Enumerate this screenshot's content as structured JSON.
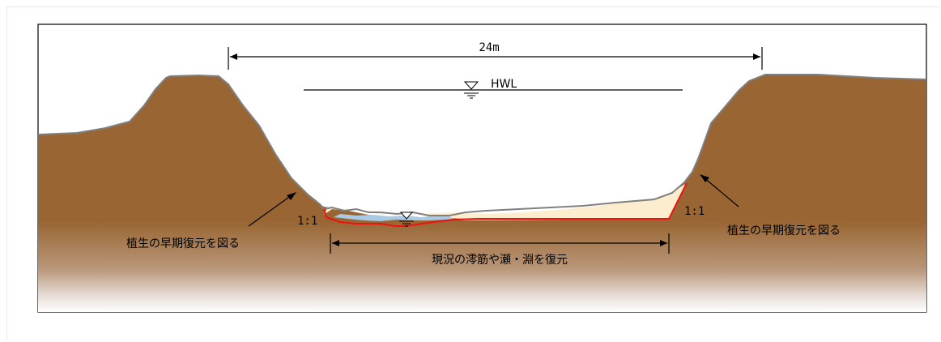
{
  "diagram": {
    "width_label": "24m",
    "hwl_label": "HWL",
    "slope_left": "1:1",
    "slope_right": "1:1",
    "vegetation_left": "植生の早期復元を図る",
    "vegetation_right": "植生の早期復元を図る",
    "channel_label": "現況の澪筋や瀬・淵を復元"
  },
  "colors": {
    "soil_top": "#996633",
    "soil_bottom": "#ffffff",
    "fill_sand": "#fbedcd",
    "water": "#a9c9e4",
    "excavation_line": "#ee1111",
    "ground_line": "#808080"
  }
}
